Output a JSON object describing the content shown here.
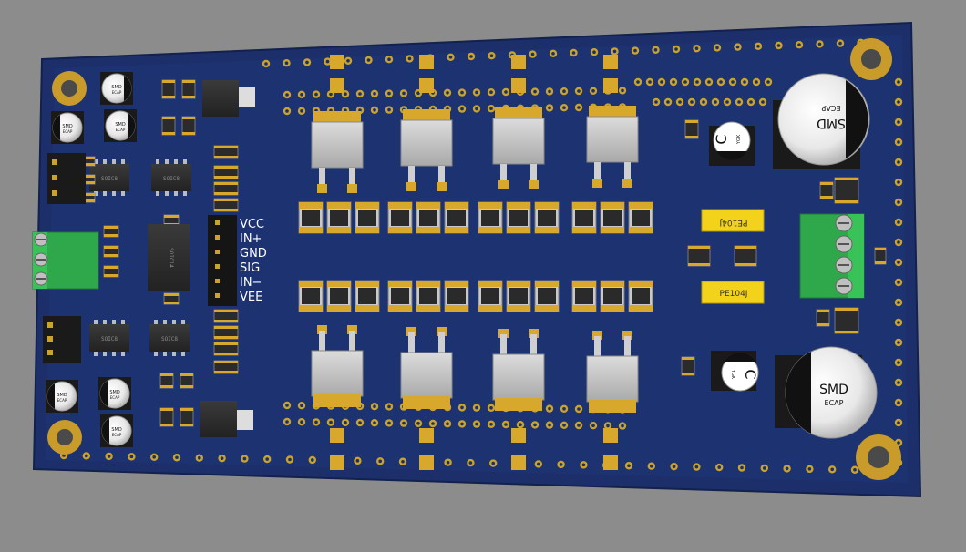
{
  "board": {
    "name": "pcb-3d-render",
    "colors": {
      "background": "#8c8c8c",
      "solder_mask": "#1c2f6a",
      "silkscreen": "#ffffff",
      "pad": "#d7a82b",
      "mount_ring": "#c89b2a"
    }
  },
  "connector_labels": [
    "VCC",
    "IN+",
    "GND",
    "SIG",
    "IN−",
    "VEE"
  ],
  "caps": {
    "large_top": {
      "line1": "SMD",
      "line2": "ECAP"
    },
    "large_bottom": {
      "line1": "SMD",
      "line2": "ECAP"
    },
    "small": {
      "line1": "SMD",
      "line2": "ECAP"
    },
    "tantalum_top": {
      "letter": "C",
      "sub": "YGK"
    },
    "tantalum_bottom": {
      "letter": "C",
      "sub": "YGK"
    }
  },
  "inductors": {
    "top": "PE104J",
    "bottom": "PE104J"
  },
  "ic_labels": {
    "soic": "SOIC8",
    "tssop": "SOIC14"
  }
}
